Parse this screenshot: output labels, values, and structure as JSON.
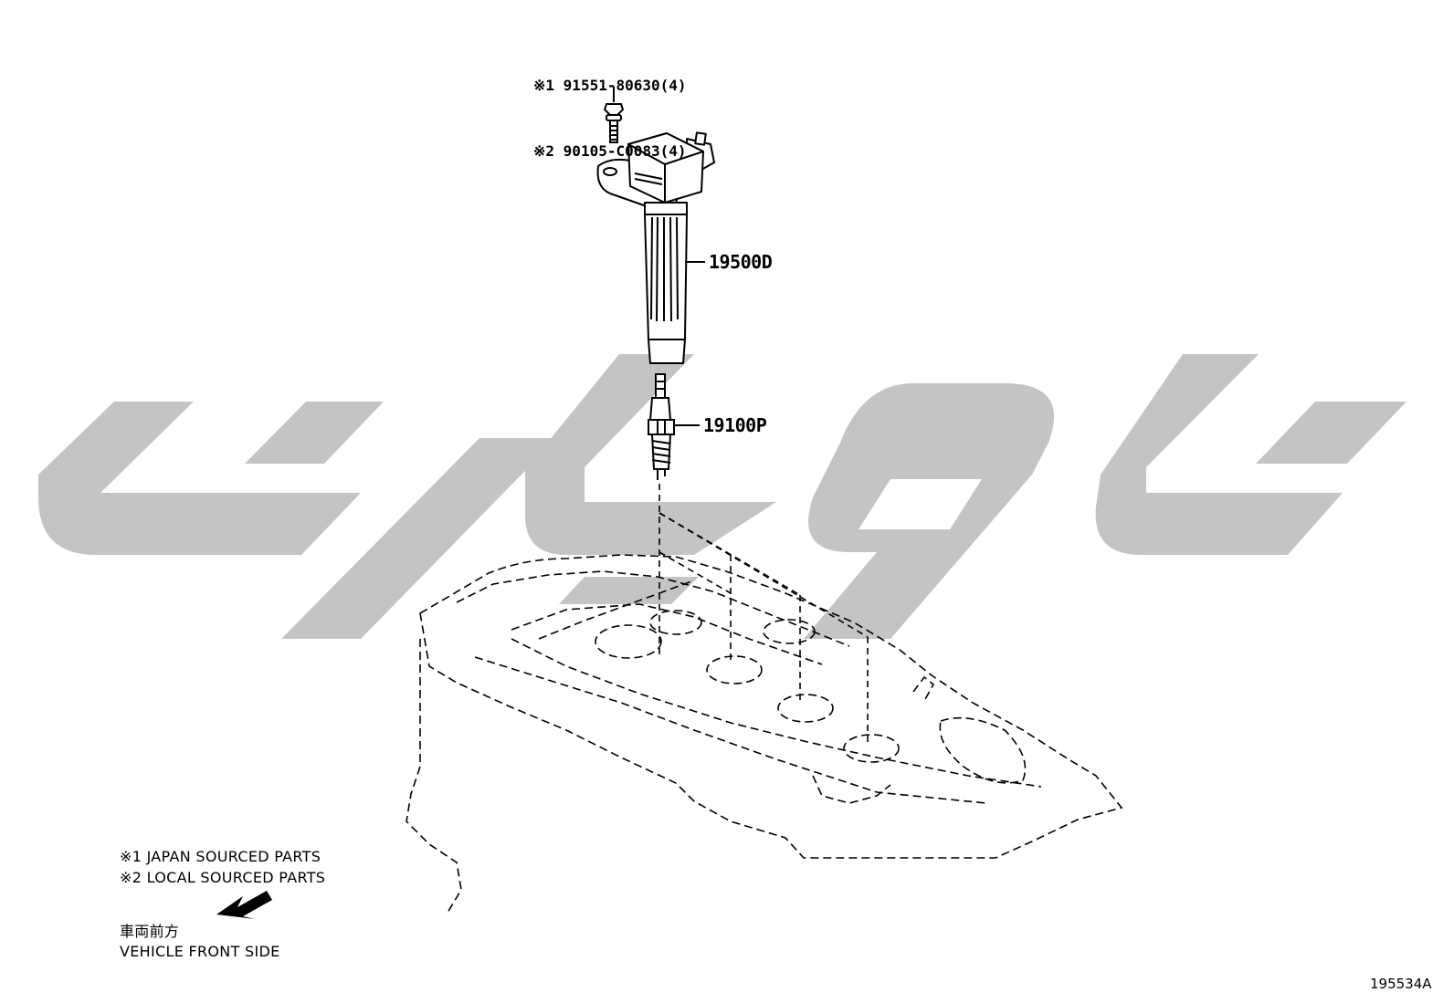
{
  "bolt_callout": {
    "line1": "※1 91551-80630(4)",
    "line2": "※2 90105-C0083(4)"
  },
  "parts": {
    "ignition_coil": "19500D",
    "spark_plug": "19100P"
  },
  "legend": {
    "note1": "※1 JAPAN SOURCED PARTS",
    "note2": "※2 LOCAL SOURCED PARTS"
  },
  "direction": {
    "jp": "車両前方",
    "en": "VEHICLE FRONT SIDE"
  },
  "illustration_id": "195534A",
  "colors": {
    "line": "#000000",
    "watermark": "#c4c4c4",
    "background": "#ffffff"
  }
}
